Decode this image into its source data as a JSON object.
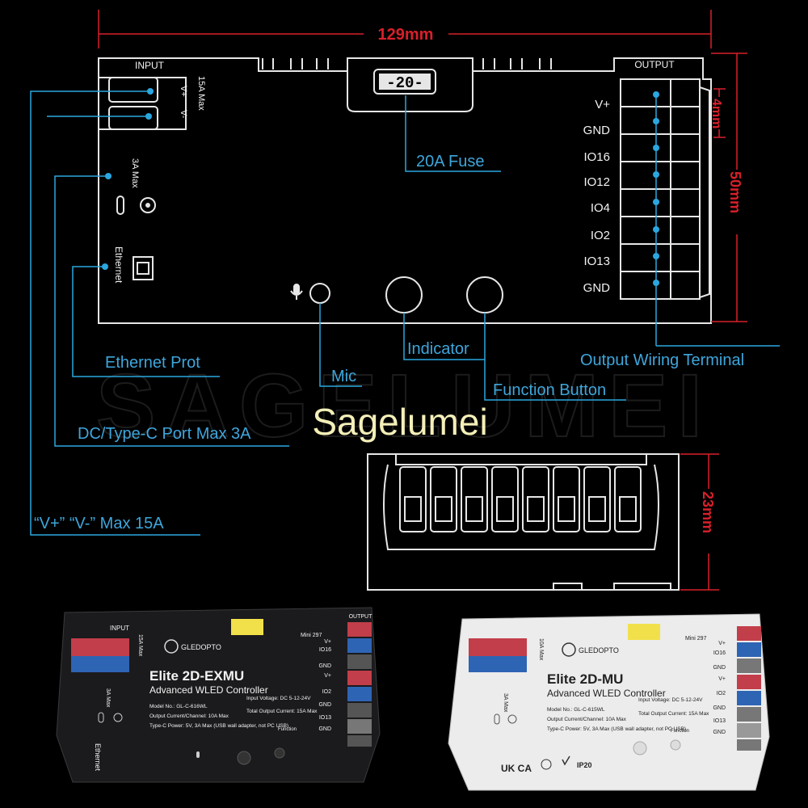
{
  "brand": "Sagelumei",
  "watermark": "SAGELUMEI",
  "dimensions": {
    "width": "129mm",
    "terminal_pitch": "4mm",
    "height": "50mm",
    "depth": "23mm"
  },
  "diagram": {
    "input_label": "INPUT",
    "input_rating": "15A Max",
    "vplus": "V+",
    "vminus": "V-",
    "usb_rating": "3A Max",
    "ethernet": "Ethernet",
    "fuse_display": "-20-",
    "output_label": "OUTPUT",
    "output_pins": [
      "V+",
      "GND",
      "IO16",
      "IO12",
      "IO4",
      "IO2",
      "IO13",
      "GND"
    ]
  },
  "callouts": {
    "fuse": "20A Fuse",
    "indicator": "Indicator",
    "output_terminal": "Output Wiring Terminal",
    "ethernet_port": "Ethernet Prot",
    "mic": "Mic",
    "function_button": "Function Button",
    "dc_port": "DC/Type-C Port Max 3A",
    "power_input": "“V+” “V-” Max 15A"
  },
  "products": {
    "black": {
      "brand": "GLEDOPTO",
      "title": "Elite 2D-EXMU",
      "subtitle": "Advanced WLED Controller",
      "model": "Model No.: GL-C-616WL",
      "input_voltage": "Input Voltage: DC 5-12-24V",
      "output_current": "Output Current/Channel: 10A Max",
      "total_current": "Total Output Current: 15A Max",
      "typec": "Type-C Power: 5V, 3A Max (USB wall adapter, not PC USB)",
      "fuse": "Mini 297",
      "input": "INPUT",
      "output": "OUTPUT",
      "rating": "15A Max",
      "usb_rating": "3A Max",
      "ethernet": "Ethernet",
      "function": "Function",
      "pins": [
        "V+",
        "IO16",
        "GND",
        "V+",
        "IO2",
        "GND",
        "IO13",
        "GND"
      ]
    },
    "white": {
      "brand": "GLEDOPTO",
      "title": "Elite 2D-MU",
      "subtitle": "Advanced WLED Controller",
      "model": "Model No.: GL-C-615WL",
      "input_voltage": "Input Voltage: DC 5-12-24V",
      "output_current": "Output Current/Channel: 10A Max",
      "total_current": "Total Output Current: 15A Max",
      "typec": "Type-C Power: 5V, 3A Max (USB wall adapter, not PC USB)",
      "fuse": "Mini 297",
      "rating": "10A Max",
      "usb_rating": "3A Max",
      "function": "Function",
      "ip": "IP20",
      "ukca": "UK CA",
      "pins": [
        "V+",
        "IO16",
        "GND",
        "V+",
        "IO2",
        "GND",
        "IO13",
        "GND"
      ]
    }
  },
  "colors": {
    "label": "#3ea6dc",
    "dimension": "#d8202a",
    "brand": "#f3efb8",
    "pin_dot": "#2aa7e0"
  }
}
